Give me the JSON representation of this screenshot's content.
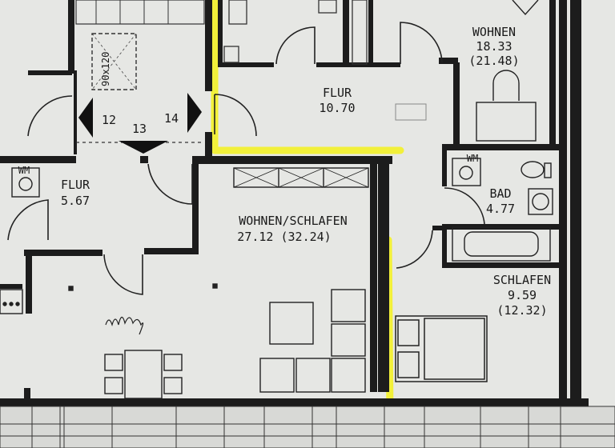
{
  "rooms": {
    "wohnen_top": {
      "name": "WOHNEN",
      "area": "18.33",
      "area_alt": "(21.48)"
    },
    "flur_top": {
      "name": "FLUR",
      "area": "10.70"
    },
    "flur_left": {
      "name": "FLUR",
      "area": "5.67"
    },
    "wohnen_schlafen": {
      "name": "WOHNEN/SCHLAFEN",
      "area_line": "27.12 (32.24)"
    },
    "bad": {
      "name": "BAD",
      "area": "4.77"
    },
    "schlafen": {
      "name": "SCHLAFEN",
      "area": "9.59",
      "area_alt": "(12.32)"
    }
  },
  "stair": {
    "step_12": "12",
    "step_13": "13",
    "step_14": "14",
    "lift_size": "90x120"
  },
  "fixtures": {
    "wm_label": "WM"
  },
  "highlight_color": "#f2f03a",
  "wall_color": "#1c1c1c",
  "paper_color": "#e6e7e4"
}
